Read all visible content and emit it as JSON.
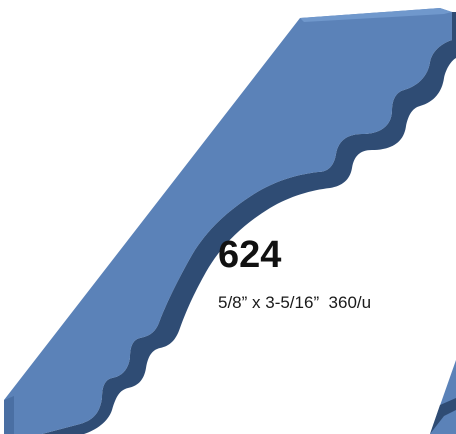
{
  "product": {
    "number": "624",
    "specs": "5/8” x 3-5/16”  360/u"
  },
  "colors": {
    "molding_face": "#5b82b8",
    "molding_shadow": "#2f4c74",
    "molding_edge": "#3d5f8f",
    "text": "#111111"
  },
  "illustration": {
    "name": "crown-molding-profile"
  }
}
